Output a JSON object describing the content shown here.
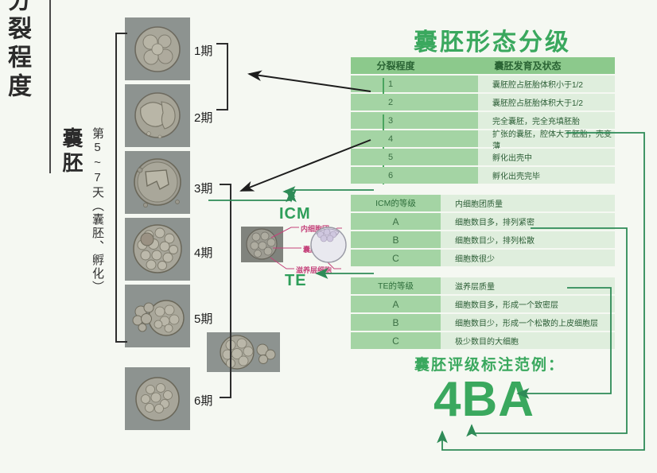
{
  "left_panel": {
    "cleavage_label": "分裂程度",
    "blastocyst_label": "囊胚",
    "days_label": "第5~7天（囊胚、孵化）"
  },
  "stages": [
    {
      "label": "1期"
    },
    {
      "label": "2期"
    },
    {
      "label": "3期"
    },
    {
      "label": "4期"
    },
    {
      "label": "5期"
    },
    {
      "label": "6期"
    }
  ],
  "title": "囊胚形态分级",
  "table": {
    "header": {
      "col1": "分裂程度",
      "col2": "囊胚发育及状态"
    },
    "expansion_rows": [
      {
        "grade": "1",
        "desc": "囊胚腔占胚胎体积小于1/2"
      },
      {
        "grade": "2",
        "desc": "囊胚腔占胚胎体积大于1/2"
      },
      {
        "grade": "3",
        "desc": "完全囊胚，完全充填胚胎"
      },
      {
        "grade": "4",
        "desc": "扩张的囊胚，腔体大于胚胎，壳变薄"
      },
      {
        "grade": "5",
        "desc": "孵化出壳中"
      },
      {
        "grade": "6",
        "desc": "孵化出壳完毕"
      }
    ],
    "icm_header": {
      "col1": "ICM的等级",
      "col2": "内细胞团质量"
    },
    "icm_rows": [
      {
        "grade": "A",
        "desc": "细胞数目多，排列紧密"
      },
      {
        "grade": "B",
        "desc": "细胞数目少，排列松散"
      },
      {
        "grade": "C",
        "desc": "细胞数很少"
      }
    ],
    "te_header": {
      "col1": "TE的等级",
      "col2": "滋养层质量"
    },
    "te_rows": [
      {
        "grade": "A",
        "desc": "细胞数目多，形成一个致密层"
      },
      {
        "grade": "B",
        "desc": "细胞数目少，形成一个松散的上皮细胞层"
      },
      {
        "grade": "C",
        "desc": "极少数目的大细胞"
      }
    ]
  },
  "diagram": {
    "icm_title": "ICM",
    "te_title": "TE",
    "annotations": [
      {
        "text": "内细胞团"
      },
      {
        "text": "囊胚腔"
      },
      {
        "text": "滋养层细胞"
      }
    ]
  },
  "sample": {
    "label": "囊胚评级标注范例：",
    "code": "4BA"
  },
  "colors": {
    "brand_green": "#3aa85e",
    "table_header": "#8cc98c",
    "table_col1": "#a4d4a4",
    "table_col2": "#dfeedd",
    "connector": "#2e8b57",
    "pink": "#c5437b",
    "background": "#f5f8f2"
  }
}
